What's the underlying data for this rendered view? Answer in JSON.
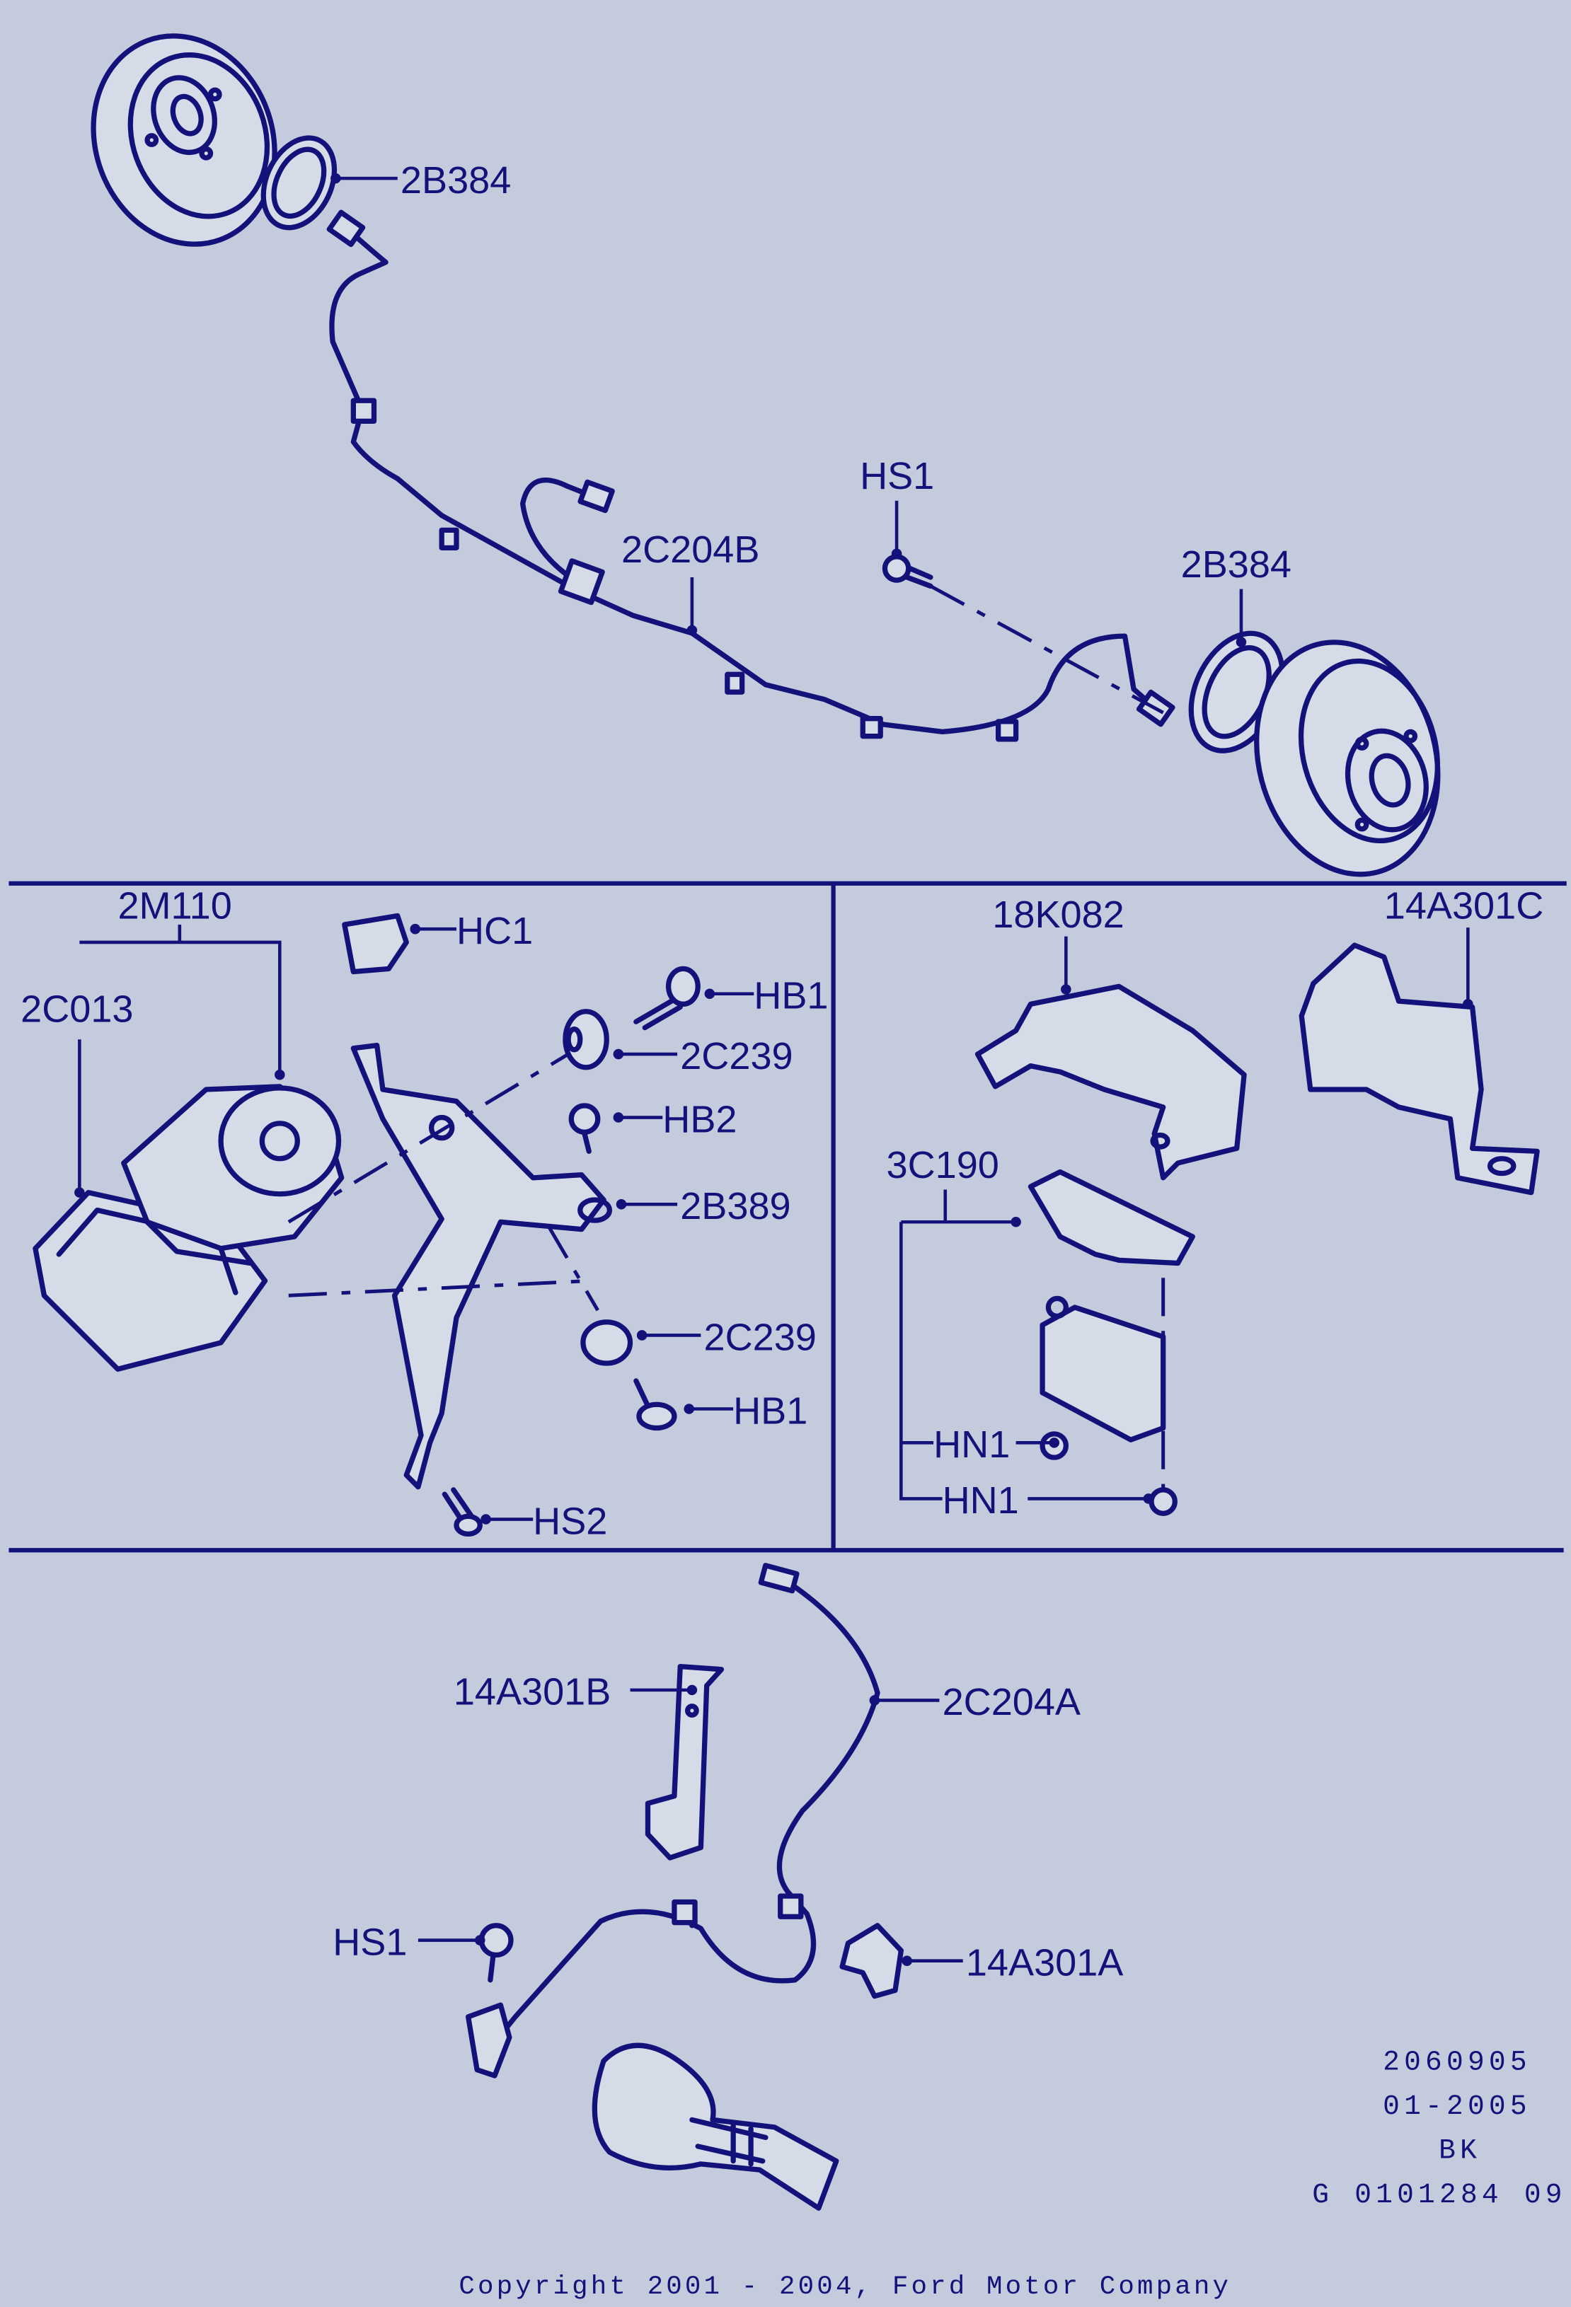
{
  "labels": {
    "top_2B384_a": "2B384",
    "top_HS1": "HS1",
    "top_2C204B": "2C204B",
    "top_2B384_b": "2B384",
    "mid_2M110": "2M110",
    "mid_2C013": "2C013",
    "mid_HC1": "HC1",
    "mid_HB1_a": "HB1",
    "mid_2C239_a": "2C239",
    "mid_HB2": "HB2",
    "mid_2B389": "2B389",
    "mid_2C239_b": "2C239",
    "mid_HB1_b": "HB1",
    "mid_HS2": "HS2",
    "right_18K082": "18K082",
    "right_14A301C": "14A301C",
    "right_3C190": "3C190",
    "right_HN1_a": "HN1",
    "right_HN1_b": "HN1",
    "bot_14A301B": "14A301B",
    "bot_2C204A": "2C204A",
    "bot_HS1": "HS1",
    "bot_14A301A": "14A301A"
  },
  "info": {
    "line1": "2060905",
    "line2": "01-2005",
    "line3": "BK",
    "line4": "G 0101284 09"
  },
  "copyright": "Copyright 2001 - 2004, Ford Motor Company",
  "colors": {
    "background": "#c3cbdc",
    "ink": "#12127a"
  }
}
